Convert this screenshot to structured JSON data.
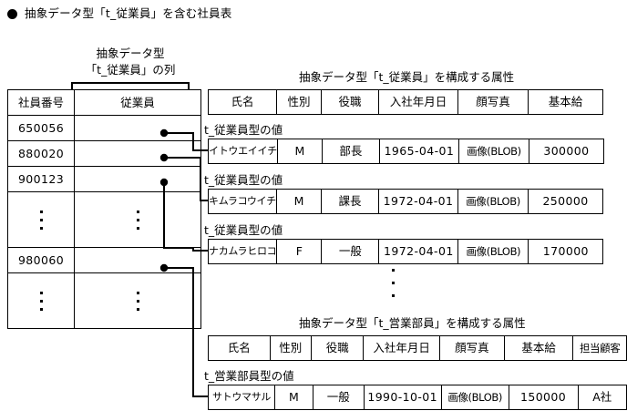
{
  "title": {
    "bullet": "filled-circle",
    "text": "抽象データ型「t_従業員」を含む社員表"
  },
  "employee_table": {
    "bracket_label_line1": "抽象データ型",
    "bracket_label_line2": "「t_従業員」の列",
    "columns": [
      "社員番号",
      "従業員"
    ],
    "rows": [
      {
        "no": "650056",
        "value": ""
      },
      {
        "no": "880020",
        "value": ""
      },
      {
        "no": "900123",
        "value": ""
      },
      {
        "no": "ellipsis",
        "value": "ellipsis"
      },
      {
        "no": "980060",
        "value": ""
      },
      {
        "no": "ellipsis",
        "value": "ellipsis"
      }
    ]
  },
  "employee_type": {
    "caption": "抽象データ型「t_従業員」を構成する属性",
    "columns": [
      "氏名",
      "性別",
      "役職",
      "入社年月日",
      "顔写真",
      "基本給"
    ],
    "value_caption": "t_従業員型の値",
    "rows": [
      {
        "name": "イトウエイイチ",
        "sex": "M",
        "post": "部長",
        "hire_date": "1965-04-01",
        "photo": "画像(BLOB)",
        "salary": "300000"
      },
      {
        "name": "キムラコウイチ",
        "sex": "M",
        "post": "課長",
        "hire_date": "1972-04-01",
        "photo": "画像(BLOB)",
        "salary": "250000"
      },
      {
        "name": "ナカムラヒロコ",
        "sex": "F",
        "post": "一般",
        "hire_date": "1972-04-01",
        "photo": "画像(BLOB)",
        "salary": "170000"
      }
    ]
  },
  "sales_type": {
    "caption": "抽象データ型「t_営業部員」を構成する属性",
    "columns": [
      "氏名",
      "性別",
      "役職",
      "入社年月日",
      "顔写真",
      "基本給",
      "担当顧客"
    ],
    "value_caption": "t_営業部員型の値",
    "rows": [
      {
        "name": "サトウマサル",
        "sex": "M",
        "post": "一般",
        "hire_date": "1990-10-01",
        "photo": "画像(BLOB)",
        "salary": "150000",
        "client": "A社"
      }
    ]
  },
  "separator_dots": "vertical-ellipsis",
  "colors": {
    "ink": "#000000",
    "paper": "#ffffff"
  }
}
